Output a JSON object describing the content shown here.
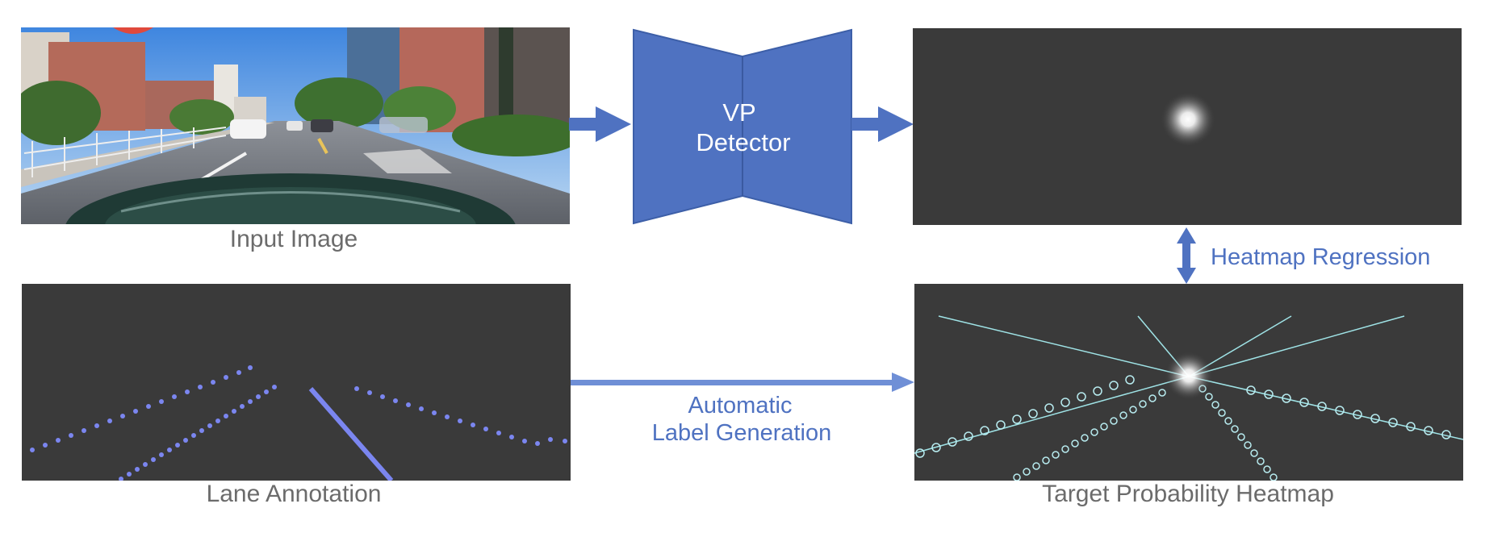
{
  "colors": {
    "accent": "#4f72c1",
    "panel_dark": "#3a3a3a",
    "lane_dots": "#7b86f0",
    "heatmap_line": "#9fe3e6",
    "sky": "#6aa6e6",
    "road": "#7a7f86"
  },
  "labels": {
    "input_image": "Input Image",
    "lane_annotation": "Lane Annotation",
    "target_heatmap": "Target Probability Heatmap",
    "heatmap_regression": "Heatmap Regression",
    "auto_label_line1": "Automatic",
    "auto_label_line2": "Label Generation"
  },
  "detector": {
    "line1": "VP",
    "line2": "Detector"
  },
  "icons": [
    "arrow-right-icon",
    "double-arrow-vertical-icon"
  ]
}
